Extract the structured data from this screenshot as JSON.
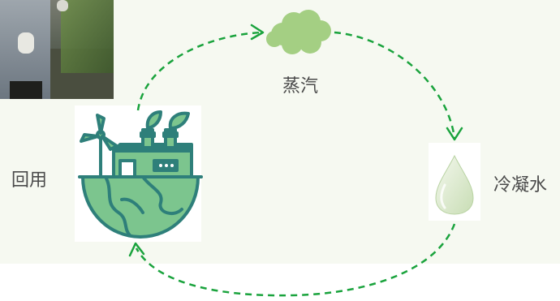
{
  "diagram": {
    "nodes": {
      "steam": {
        "label": "蒸汽",
        "icon": "cloud-icon"
      },
      "condensate": {
        "label": "冷凝水",
        "icon": "water-drop-icon"
      },
      "reuse": {
        "label": "回用",
        "icon": "eco-factory-globe-icon"
      }
    },
    "photo": {
      "icon": "worker-photo"
    },
    "colors": {
      "arrow": "#1aa33d",
      "cloud": "#a4cf83",
      "globe_green": "#7cc58e",
      "globe_teal": "#2e7f7a",
      "background": "#f6f9f1"
    }
  }
}
